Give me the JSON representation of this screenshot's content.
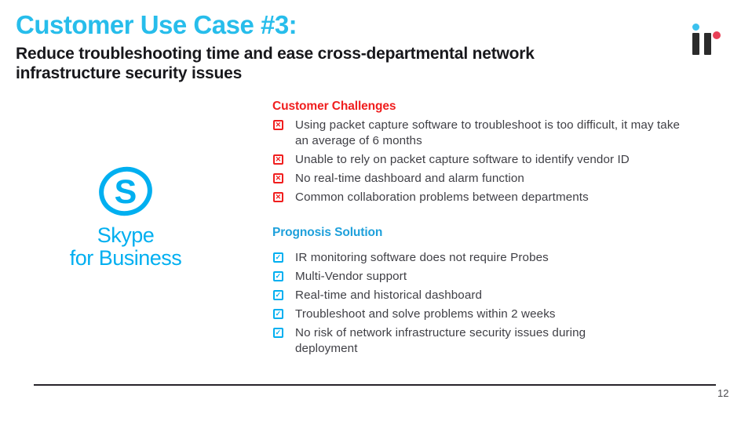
{
  "slide": {
    "title": "Customer Use Case #3:",
    "subtitle": "Reduce troubleshooting time and ease cross-departmental network\ninfrastructure security issues",
    "page_number": "12"
  },
  "skype_logo": {
    "letter": "S",
    "name_line1": "Skype",
    "name_line2": "for Business"
  },
  "challenges": {
    "heading": "Customer Challenges",
    "items": [
      "Using packet capture software to troubleshoot is too difficult, it may take\nan average of 6 months",
      "Unable to rely on packet capture software to identify vendor ID",
      "No real-time dashboard and alarm function",
      "Common collaboration problems between departments"
    ]
  },
  "solution": {
    "heading": "Prognosis Solution",
    "items": [
      "IR monitoring software does not require Probes",
      "Multi-Vendor support",
      "Real-time and historical dashboard",
      "Troubleshoot and solve problems within 2 weeks",
      "No risk of network infrastructure security issues during\ndeployment"
    ]
  },
  "icons": {
    "challenge_glyph": "✕",
    "solution_glyph": "✓"
  },
  "colors": {
    "title_cyan": "#27BDEB",
    "heading_red": "#F01E1E",
    "heading_blue": "#1EA0DB",
    "skype_blue": "#00AFF0",
    "body_text": "#3F3F45",
    "subtitle_dark": "#18181C",
    "ir_dark": "#2B2B2B",
    "ir_cyan_dot": "#3BC1EE",
    "ir_red_dot": "#E94057",
    "rule_dark": "#27242A",
    "page_num": "#4A4A4E"
  }
}
